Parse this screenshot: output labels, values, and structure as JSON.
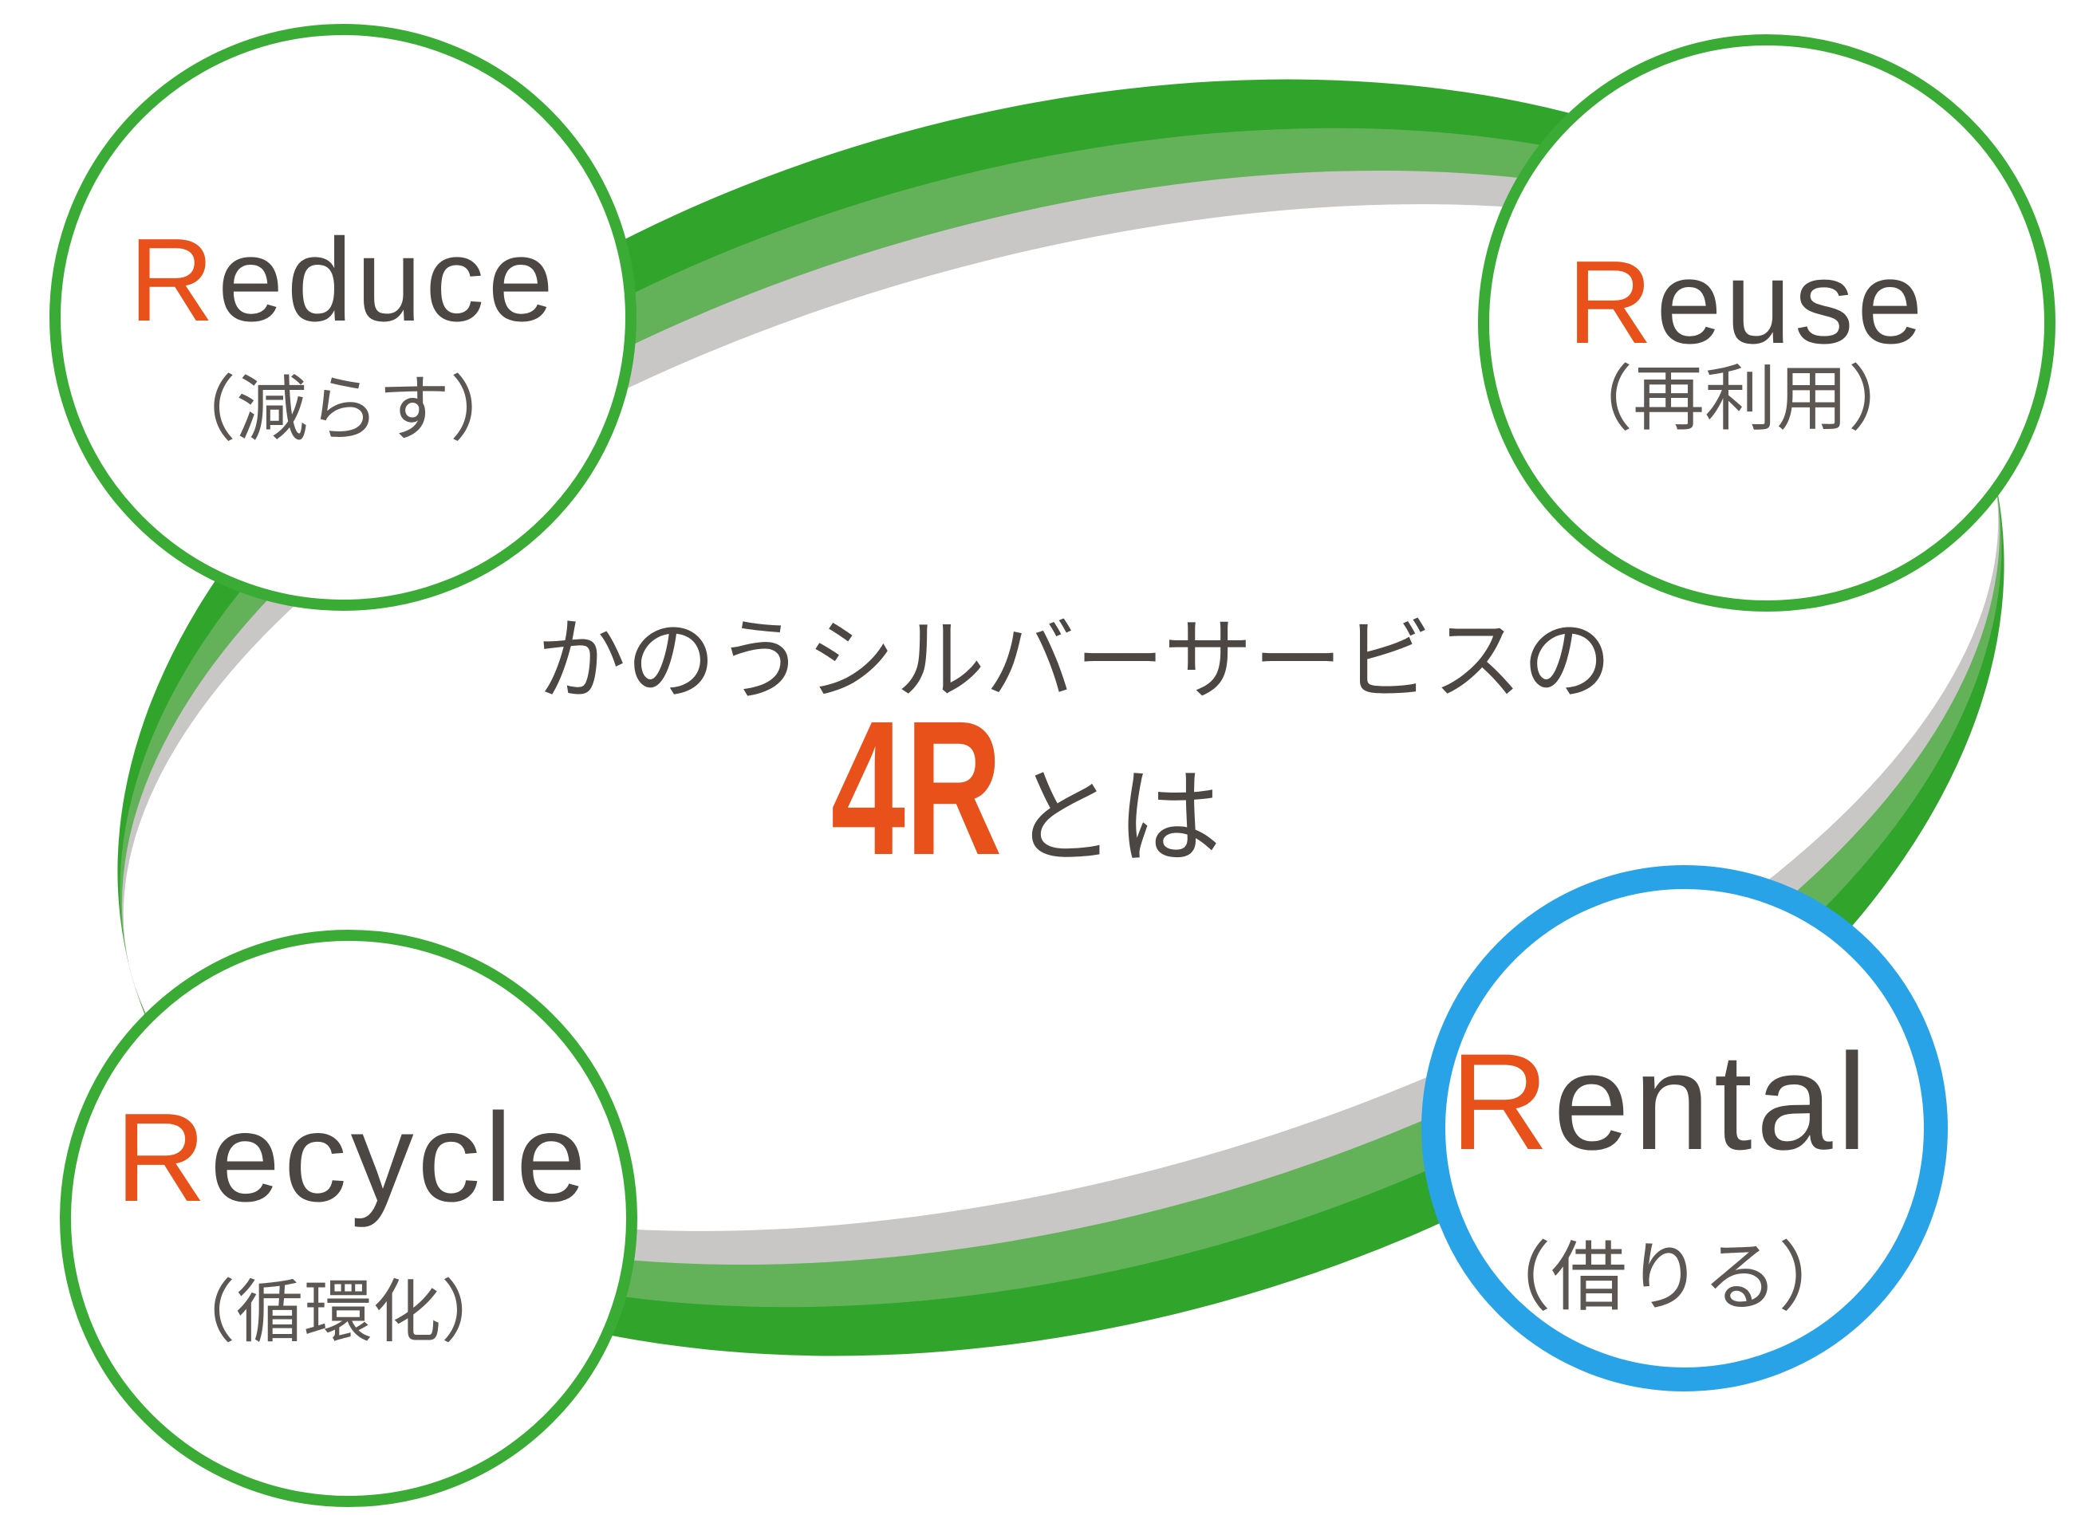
{
  "title": {
    "line1": "かのうシルバーサービスの",
    "big": "4R",
    "suffix": "とは"
  },
  "nodes": [
    {
      "id": "reduce",
      "initial": "R",
      "rest": "educe",
      "reading": "（減らす）",
      "ring": "green"
    },
    {
      "id": "reuse",
      "initial": "R",
      "rest": "euse",
      "reading": "（再利用）",
      "ring": "green"
    },
    {
      "id": "recycle",
      "initial": "R",
      "rest": "ecycle",
      "reading": "（循環化）",
      "ring": "green"
    },
    {
      "id": "rental",
      "initial": "R",
      "rest": "ental",
      "reading": "（借りる）",
      "ring": "blue"
    }
  ],
  "colors": {
    "ring_dark_green": "#31a42c",
    "ring_light_green": "#63b259",
    "ring_gray": "#c9c6c6",
    "ring_inner_white": "#ffffff",
    "circle_green": "#3aac35",
    "circle_blue": "#29a3e8",
    "circle_fill": "#ffffff",
    "accent_orange": "#e8521a",
    "text_dark": "#4d4743",
    "text_sub": "#5d5753",
    "background": "#ffffff"
  }
}
